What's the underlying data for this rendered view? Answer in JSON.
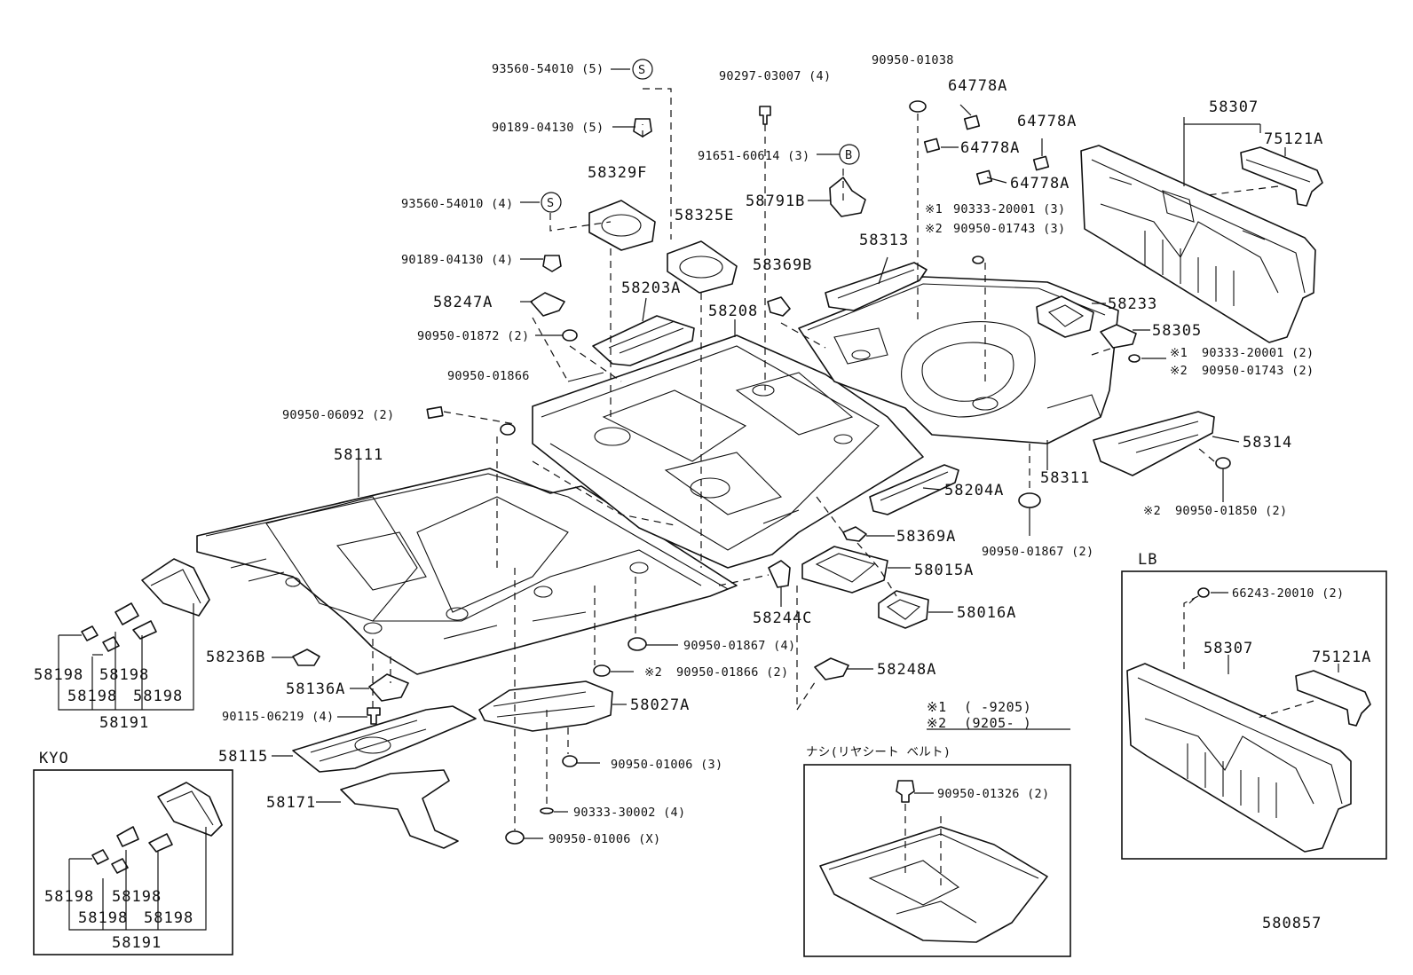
{
  "diagram": {
    "code": "580857",
    "labels": {
      "p93560_54010_5": "93560-54010 (5)",
      "p90189_04130_5": "90189-04130 (5)",
      "p58329F": "58329F",
      "p93560_54010_4": "93560-54010 (4)",
      "p90189_04130_4": "90189-04130 (4)",
      "p58325E": "58325E",
      "p58247A": "58247A",
      "p58203A": "58203A",
      "p90950_01872_2": "90950-01872 (2)",
      "p90950_01866": "90950-01866",
      "p90950_06092_2": "90950-06092 (2)",
      "p58111": "58111",
      "p90297_03007_4": "90297-03007 (4)",
      "p91651_60614_3": "91651-60614 (3)",
      "p58791B": "58791B",
      "p58369B": "58369B",
      "p58208": "58208",
      "p90950_01038": "90950-01038",
      "p64778A_1": "64778A",
      "p64778A_2": "64778A",
      "p64778A_3": "64778A",
      "p64778A_4": "64778A",
      "p58313": "58313",
      "p90333_20001_3": "90333-20001 (3)",
      "p90950_01743_3": "90950-01743 (3)",
      "p58307": "58307",
      "p75121A": "75121A",
      "p58233": "58233",
      "p58305": "58305",
      "p90333_20001_2": "90333-20001 (2)",
      "p90950_01743_2": "90950-01743 (2)",
      "p58314": "58314",
      "p58311": "58311",
      "p90950_01850_2": "90950-01850 (2)",
      "p58204A": "58204A",
      "p58369A": "58369A",
      "p90950_01867_2": "90950-01867 (2)",
      "p58015A": "58015A",
      "p58016A": "58016A",
      "p58244C": "58244C",
      "p90950_01867_4": "90950-01867 (4)",
      "p90950_01866_2": "90950-01866 (2)",
      "p58248A": "58248A",
      "p58236B": "58236B",
      "p58136A": "58136A",
      "p90115_06219_4": "90115-06219 (4)",
      "p58027A": "58027A",
      "p58115": "58115",
      "p90950_01006_3": "90950-01006 (3)",
      "p58171": "58171",
      "p90333_30002_4": "90333-30002 (4)",
      "p90950_01006_X": "90950-01006 (X)",
      "p58198": "58198",
      "p58191": "58191",
      "p90950_01326_2": "90950-01326 (2)",
      "p66243_20010_2": "66243-20010 (2)"
    },
    "symbols": {
      "s": "S",
      "b": "B",
      "note1": "※1",
      "note2": "※2",
      "footnote1_text": "(      -9205)",
      "footnote2_text": "(9205-       )"
    },
    "boxes": {
      "kyo": "KYO",
      "lb": "LB",
      "nashi": "ナシ(リヤシート ベルト)"
    }
  }
}
